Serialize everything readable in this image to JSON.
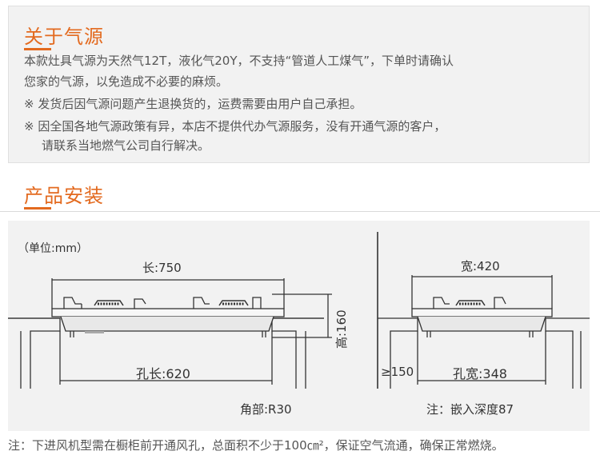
{
  "gas_section": {
    "title": "关于气源",
    "line1": "本款灶具气源为天然气12T，液化气20Y，不支持“管道人工煤气”，下单时请确认",
    "line2": "您家的气源，以免造成不必要的麻烦。",
    "note1": "※ 发货后因气源问题产生退换货的，运费需要由用户自己承担。",
    "note2a": "※ 因全国各地气源政策有异，本店不提供代办气源服务，没有开通气源的客户，",
    "note2b": "请联系当地燃气公司自行解决。"
  },
  "install_section": {
    "title": "产品安装",
    "unit": "（单位:mm）",
    "length_label": "长:750",
    "height_label": "高:160",
    "hole_length_label": "孔长:620",
    "corner_label": "角部:R30",
    "width_label": "宽:420",
    "clearance_label": "≥150",
    "hole_width_label": "孔宽:348",
    "depth_note": "注：嵌入深度87"
  },
  "footer": {
    "note": "注：下进风机型需在橱柜前开通风孔，总面积不少于100㎝²，保证空气流通，确保正常燃烧。"
  },
  "colors": {
    "accent": "#e36a1f",
    "panel": "#f2f2f2",
    "line": "#333333"
  }
}
